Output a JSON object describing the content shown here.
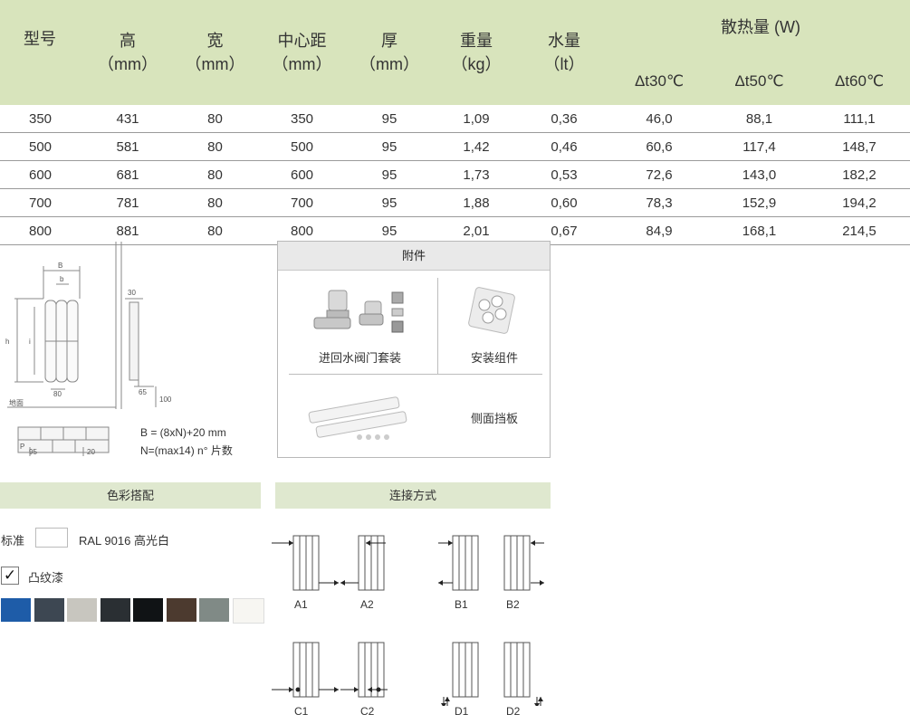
{
  "table": {
    "headers": [
      {
        "line1": "型号",
        "line2": ""
      },
      {
        "line1": "高",
        "line2": "（mm）"
      },
      {
        "line1": "宽",
        "line2": "（mm）"
      },
      {
        "line1": "中心距",
        "line2": "（mm）"
      },
      {
        "line1": "厚",
        "line2": "（mm）"
      },
      {
        "line1": "重量",
        "line2": "（kg）"
      },
      {
        "line1": "水量",
        "line2": "（lt）"
      }
    ],
    "heat_title": "散热量 (W)",
    "heat_sub": [
      "Δt30℃",
      "Δt50℃",
      "Δt60℃"
    ],
    "rows": [
      [
        "350",
        "431",
        "80",
        "350",
        "95",
        "1,09",
        "0,36",
        "46,0",
        "88,1",
        "111,1"
      ],
      [
        "500",
        "581",
        "80",
        "500",
        "95",
        "1,42",
        "0,46",
        "60,6",
        "117,4",
        "148,7"
      ],
      [
        "600",
        "681",
        "80",
        "600",
        "95",
        "1,73",
        "0,53",
        "72,6",
        "143,0",
        "182,2"
      ],
      [
        "700",
        "781",
        "80",
        "700",
        "95",
        "1,88",
        "0,60",
        "78,3",
        "152,9",
        "194,2"
      ],
      [
        "800",
        "881",
        "80",
        "800",
        "95",
        "2,01",
        "0,67",
        "84,9",
        "168,1",
        "214,5"
      ]
    ]
  },
  "diagram": {
    "labels": {
      "B": "B",
      "b": "b",
      "h": "h",
      "i": "i",
      "d80": "80",
      "d30": "30",
      "d65": "65",
      "d100": "100",
      "floor": "地面",
      "P": "P",
      "d95": "95",
      "d20": "20"
    },
    "formula1": "B = (8xN)+20 mm",
    "formula2": "N=(max14) n°  片数"
  },
  "accessories": {
    "title": "附件",
    "item1": "进回水阀门套装",
    "item2": "安装组件",
    "item3": "侧面挡板"
  },
  "colors": {
    "title": "色彩搭配",
    "standard_label": "标准",
    "standard_value": "RAL 9016 高光白",
    "texture_label": "凸纹漆",
    "check": "✓",
    "swatches": [
      "#1e5ca8",
      "#3d4752",
      "#c8c6bf",
      "#2a2f33",
      "#101315",
      "#4c3a2f",
      "#808a86",
      "#f7f6f2"
    ]
  },
  "connections": {
    "title": "连接方式",
    "labels": [
      "A1",
      "A2",
      "B1",
      "B2",
      "C1",
      "C2",
      "D1",
      "D2"
    ]
  }
}
